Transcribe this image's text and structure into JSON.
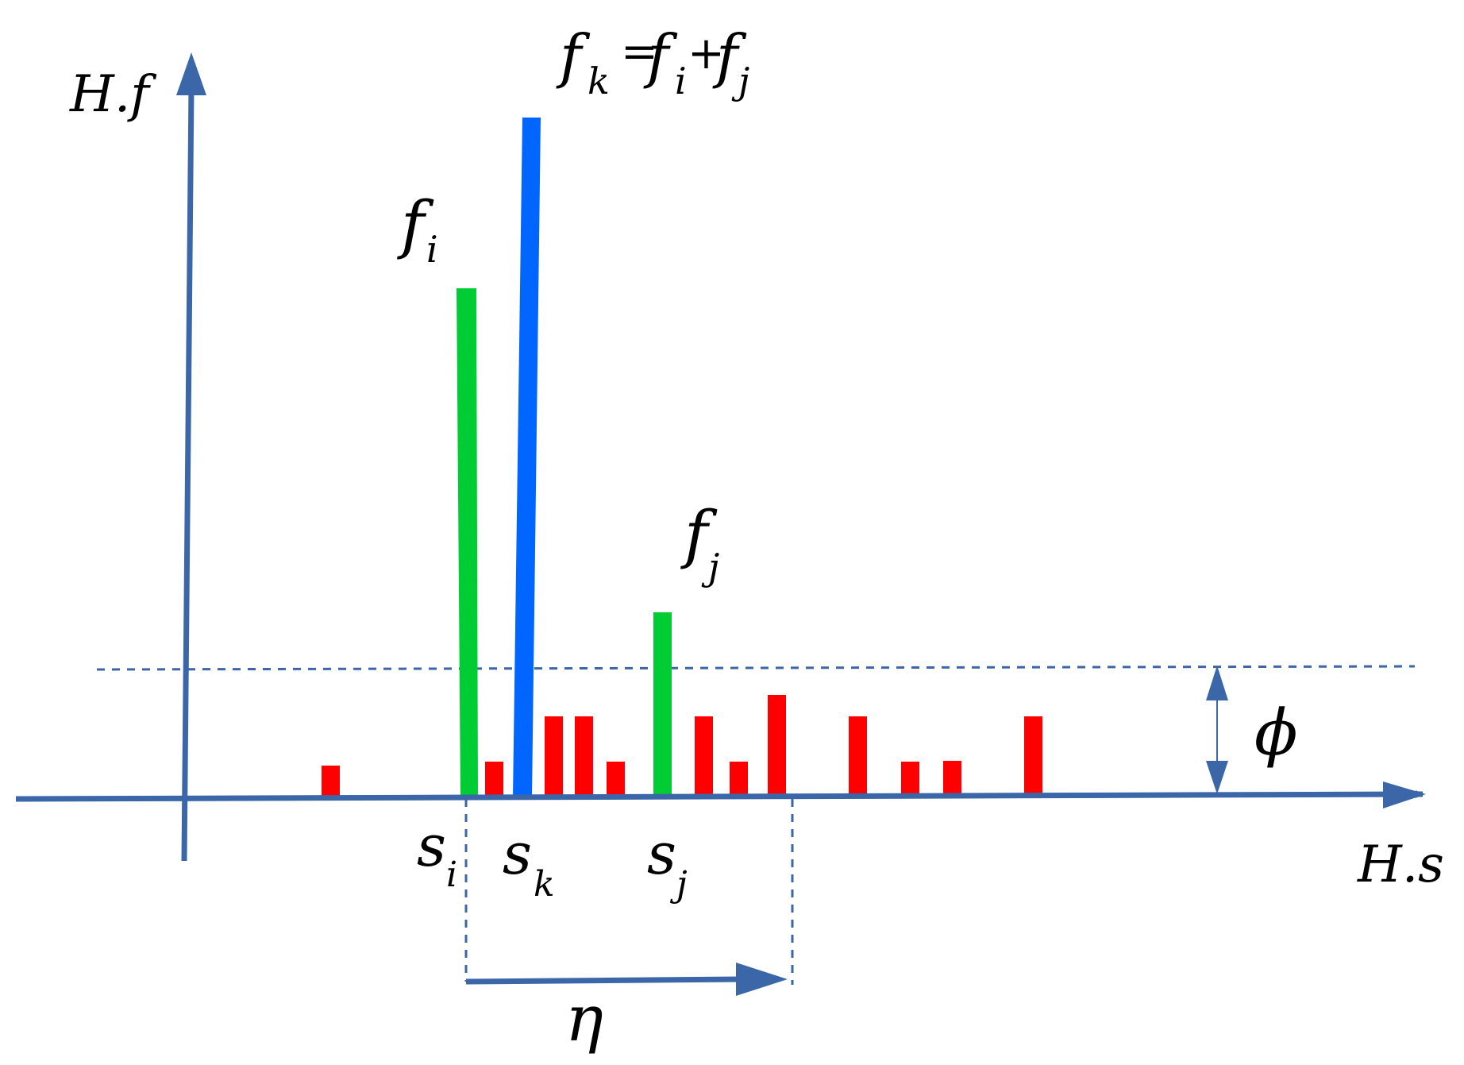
{
  "colors": {
    "axis": "#3b67a8",
    "threshold": "#3b67a8",
    "noise_bar": "#ff0000",
    "source_bar": "#00cc33",
    "sum_bar": "#0066ff",
    "text": "#000000"
  },
  "axes": {
    "y_label": "H.f",
    "x_label": "H.s"
  },
  "labels": {
    "fk": {
      "base": "f",
      "sub": "k"
    },
    "equals": "=",
    "fi_eq": {
      "base": "f",
      "sub": "i"
    },
    "plus": "+",
    "fj_eq": {
      "base": "f",
      "sub": "j"
    },
    "fi": {
      "base": "f",
      "sub": "i"
    },
    "fj": {
      "base": "f",
      "sub": "j"
    },
    "si": {
      "base": "s",
      "sub": "i"
    },
    "sk": {
      "base": "s",
      "sub": "k"
    },
    "sj": {
      "base": "s",
      "sub": "j"
    },
    "phi": "ϕ",
    "eta": "η"
  }
}
